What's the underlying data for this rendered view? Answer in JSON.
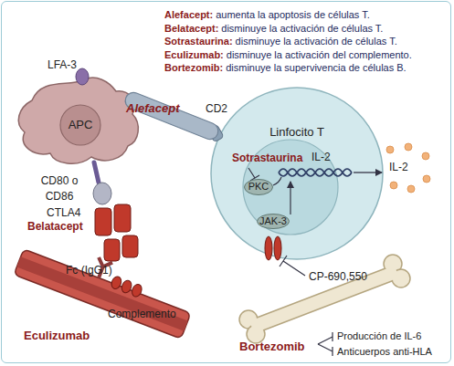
{
  "diagram": {
    "nodes": [
      {
        "text": [
          "APC"
        ]
      },
      {
        "text": [
          "Linfocito T"
        ]
      },
      {
        "text": [
          "PKC"
        ],
        "in": 1
      },
      {
        "text": [
          "JAK-3"
        ],
        "in": 1
      }
    ],
    "labels": [
      "Alefacept:",
      "aumenta la apoptosis de células T.",
      "Belatacept:",
      "disminuye la activación de células T.",
      "Sotrastaurina:",
      "disminuye la activación de células T.",
      "Eculizumab:",
      "disminuye la activación del complemento.",
      "Bortezomib:",
      "disminuye la supervivencia de células B.",
      "LFA-3",
      "Alefacept",
      "CD2",
      "Sotrastaurina",
      "IL-2",
      "IL-2",
      "CD80 o CD86",
      "CTLA4",
      "Belatacept",
      "Fc (IgG1)",
      "CP-690,550",
      "Complemento",
      "Eculizumab",
      "Bortezomib",
      "Producción de IL-6",
      "Anticuerpos anti-HLA"
    ]
  }
}
